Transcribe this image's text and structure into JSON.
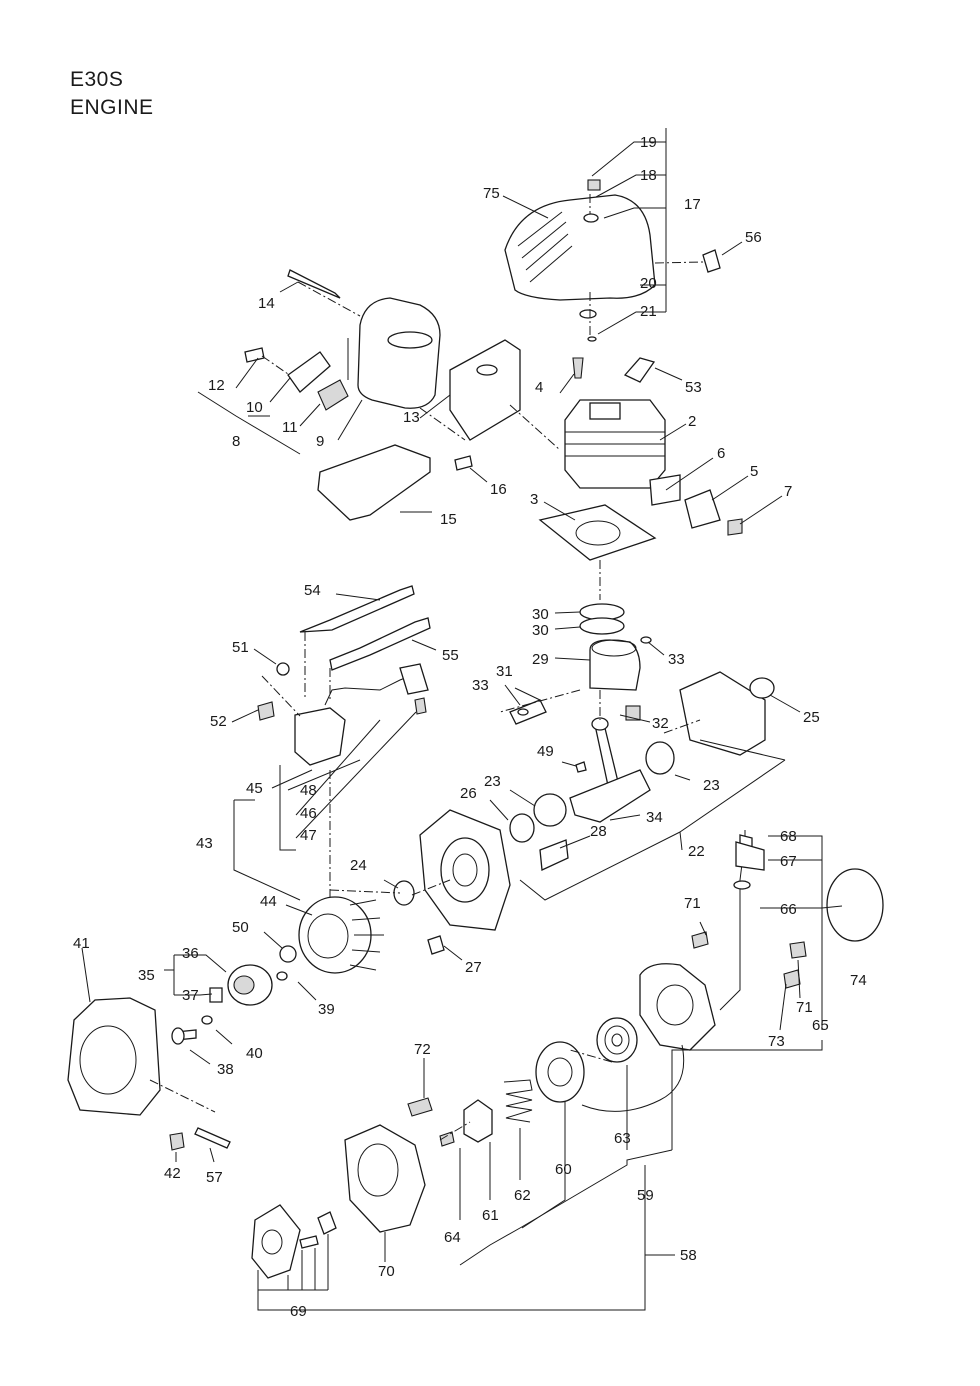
{
  "title": {
    "model": "E30S",
    "section": "ENGINE"
  },
  "callouts": {
    "c2": "2",
    "c3": "3",
    "c4": "4",
    "c5": "5",
    "c6": "6",
    "c7": "7",
    "c8": "8",
    "c9": "9",
    "c10": "10",
    "c11": "11",
    "c12": "12",
    "c13": "13",
    "c14": "14",
    "c15": "15",
    "c16": "16",
    "c17": "17",
    "c18": "18",
    "c19": "19",
    "c20": "20",
    "c21": "21",
    "c22": "22",
    "c23a": "23",
    "c23b": "23",
    "c24": "24",
    "c25": "25",
    "c26": "26",
    "c27": "27",
    "c28": "28",
    "c29": "29",
    "c30a": "30",
    "c30b": "30",
    "c31": "31",
    "c32": "32",
    "c33a": "33",
    "c33b": "33",
    "c34": "34",
    "c35": "35",
    "c36": "36",
    "c37": "37",
    "c38": "38",
    "c39": "39",
    "c40": "40",
    "c41": "41",
    "c42": "42",
    "c43": "43",
    "c44": "44",
    "c45": "45",
    "c46": "46",
    "c47": "47",
    "c48": "48",
    "c49": "49",
    "c50": "50",
    "c51": "51",
    "c52": "52",
    "c53": "53",
    "c54": "54",
    "c55": "55",
    "c56": "56",
    "c57": "57",
    "c58": "58",
    "c59": "59",
    "c60": "60",
    "c61": "61",
    "c62": "62",
    "c63": "63",
    "c64": "64",
    "c65": "65",
    "c66": "66",
    "c67": "67",
    "c68": "68",
    "c69": "69",
    "c70": "70",
    "c71a": "71",
    "c71b": "71",
    "c72": "72",
    "c73": "73",
    "c74": "74",
    "c75": "75"
  }
}
